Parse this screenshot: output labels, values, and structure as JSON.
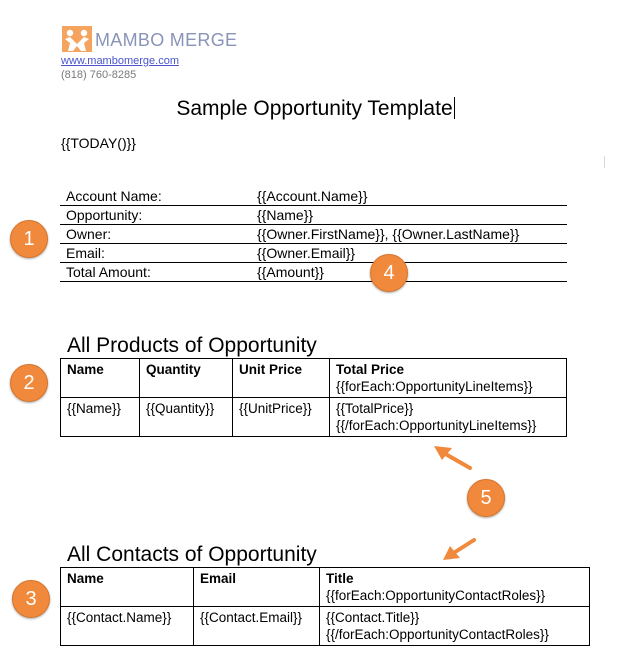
{
  "header": {
    "brand": "MAMBO MERGE",
    "website": "www.mambomerge.com",
    "phone": "(818) 760-8285",
    "title": "Sample Opportunity Template",
    "date_field": "{{TODAY()}}"
  },
  "info_table": [
    {
      "label": "Account Name:",
      "value": "{{Account.Name}}"
    },
    {
      "label": "Opportunity:",
      "value": "{{Name}}"
    },
    {
      "label": "Owner:",
      "value": "{{Owner.FirstName}}, {{Owner.LastName}}"
    },
    {
      "label": "Email:",
      "value": "{{Owner.Email}}"
    },
    {
      "label": "Total Amount:",
      "value": "{{Amount}}"
    }
  ],
  "products": {
    "heading": "All Products of Opportunity",
    "headers": [
      "Name",
      "Quantity",
      "Unit Price",
      "Total Price"
    ],
    "header_loop": "{{forEach:OpportunityLineItems}}",
    "row": [
      "{{Name}}",
      "{{Quantity}}",
      "{{UnitPrice}}",
      "{{TotalPrice}}"
    ],
    "row_loop_end": "{{/forEach:OpportunityLineItems}}"
  },
  "contacts": {
    "heading": "All Contacts of Opportunity",
    "headers": [
      "Name",
      "Email",
      "Title"
    ],
    "header_loop": "{{forEach:OpportunityContactRoles}}",
    "row": [
      "{{Contact.Name}}",
      "{{Contact.Email}}",
      "{{Contact.Title}}"
    ],
    "row_loop_end": "{{/forEach:OpportunityContactRoles}}"
  },
  "badges": [
    "1",
    "2",
    "3",
    "4",
    "5"
  ],
  "colors": {
    "badge": "#f0893c",
    "brand_text": "#8a93b8",
    "link": "#4a55cc",
    "logo": "#f5a45f"
  },
  "icons": {
    "logo": "people-logo-icon",
    "arrow": "arrow-icon"
  }
}
